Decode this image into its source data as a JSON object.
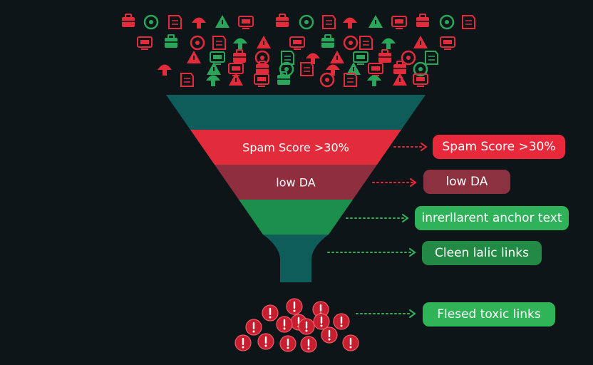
{
  "colors": {
    "background": "#0d1518",
    "red": "#e8293b",
    "maroon": "#8b3140",
    "green": "#2fb25a",
    "dark_green": "#238a46",
    "teal": "#0e5d5a",
    "icon_red": "#e22c3c",
    "icon_green": "#2aa65a"
  },
  "funnel": {
    "bands": [
      {
        "id": "top",
        "label": "",
        "color": "#0e5d5a"
      },
      {
        "id": "spam",
        "label": "Spam Score >30%",
        "color": "#e22c3c"
      },
      {
        "id": "lowda",
        "label": "low DA",
        "color": "#8e2e3e"
      },
      {
        "id": "anchor",
        "label": "",
        "color": "#1d8f4c"
      },
      {
        "id": "clean",
        "label": "",
        "color": "#0e5d5a"
      }
    ]
  },
  "callouts": [
    {
      "id": "spam",
      "label": "Spam Score >30%",
      "style": "red"
    },
    {
      "id": "lowda",
      "label": "low DA",
      "style": "maroon"
    },
    {
      "id": "anchor",
      "label": "inrerllarent anchor text",
      "style": "green"
    },
    {
      "id": "clean",
      "label": "Cleen lalic links",
      "style": "dkgreen"
    },
    {
      "id": "toxic",
      "label": "Flesed toxic links",
      "style": "bright"
    }
  ],
  "input_icons": [
    "bag-icon",
    "tag-icon",
    "briefcase-icon",
    "flask-icon",
    "alert-icon",
    "flag-icon",
    "megaphone-icon",
    "tag-icon",
    "truck-icon",
    "mushroom-icon",
    "briefcase-icon",
    "hammer-icon",
    "gift-icon",
    "box-icon",
    "monitor-icon",
    "gear-icon",
    "mushroom-icon",
    "speaker-icon",
    "document-icon",
    "chat-icon",
    "camera-icon",
    "bulb-icon",
    "megaphone-icon",
    "tree-icon",
    "tag-icon",
    "bag-icon",
    "bulb-icon",
    "tree-icon",
    "cup-icon",
    "globe-icon",
    "folder-icon",
    "browser-icon",
    "briefcase-icon",
    "bell-icon",
    "gift-icon",
    "box-icon",
    "bag-icon",
    "bulb-icon",
    "printer-icon",
    "cart-icon",
    "tree-icon",
    "folder-icon",
    "gear-icon",
    "box-icon",
    "alert-icon",
    "location-icon",
    "document-icon",
    "cup-icon",
    "flask-icon",
    "tag-icon"
  ],
  "output_icons": [
    "toxic-alert-icon",
    "toxic-alert-icon",
    "toxic-alert-icon",
    "toxic-alert-icon",
    "toxic-alert-icon",
    "toxic-alert-icon",
    "toxic-alert-icon",
    "toxic-alert-icon",
    "toxic-alert-icon",
    "toxic-alert-icon",
    "toxic-alert-icon",
    "toxic-alert-icon",
    "toxic-alert-icon",
    "toxic-alert-icon",
    "toxic-alert-icon"
  ]
}
